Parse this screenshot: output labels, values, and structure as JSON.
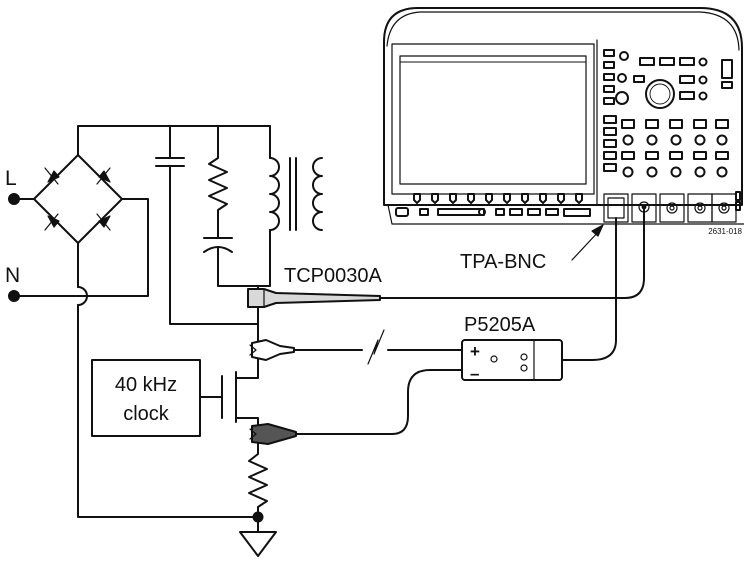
{
  "labels": {
    "line": "L",
    "neutral": "N",
    "current_probe": "TCP0030A",
    "diff_probe": "P5205A",
    "adapter": "TPA-BNC",
    "clock_line1": "40 kHz",
    "clock_line2": "clock",
    "figure_id": "2631-018",
    "plus": "+",
    "minus": "–"
  }
}
